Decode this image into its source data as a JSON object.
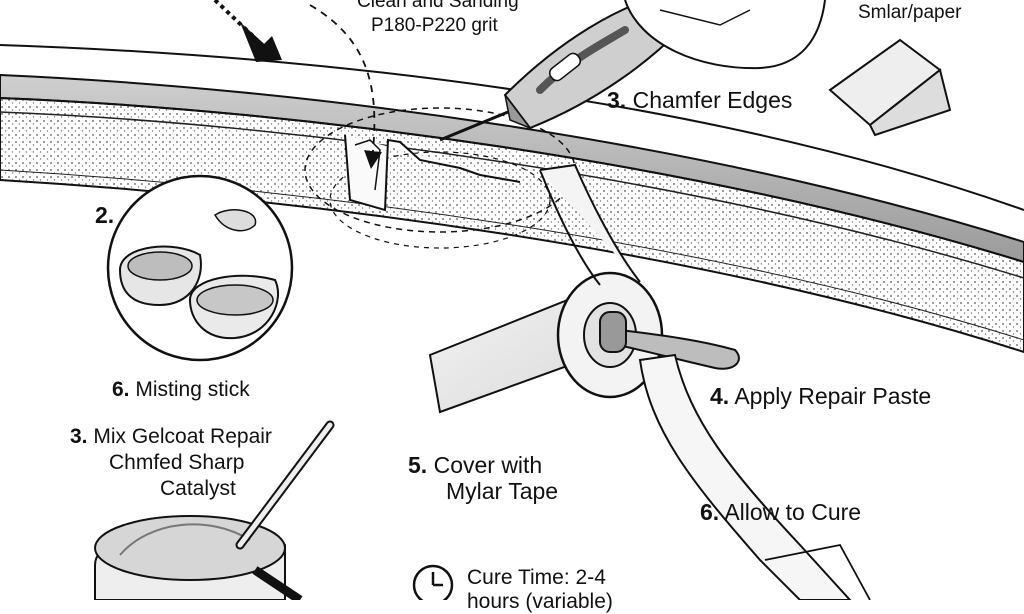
{
  "labels": {
    "clean_sanding_line1": "Clean and Sanding",
    "clean_sanding_line2": "P180-P220 grit",
    "similar_paper": "Smlar/paper",
    "chamfer": {
      "num": "3.",
      "text": "Chamfer Edges"
    },
    "step2_num": "2.",
    "misting": {
      "num": "6.",
      "text": "Misting stick"
    },
    "mix": {
      "num": "3.",
      "line1": "Mix Gelcoat Repair",
      "line2": "Chmfed Sharp",
      "line3": "Catalyst"
    },
    "apply": {
      "num": "4.",
      "text": "Apply Repair Paste"
    },
    "cover": {
      "num": "5.",
      "line1": "Cover with",
      "line2": "Mylar Tape"
    },
    "cure": {
      "num": "6.",
      "text": "Allow to Cure"
    },
    "cure_time_line1": "Cure Time: 2-4",
    "cure_time_line2": "hours (variable)"
  },
  "icons": {
    "clock": "clock-icon",
    "arrow": "down-arrow-icon"
  }
}
